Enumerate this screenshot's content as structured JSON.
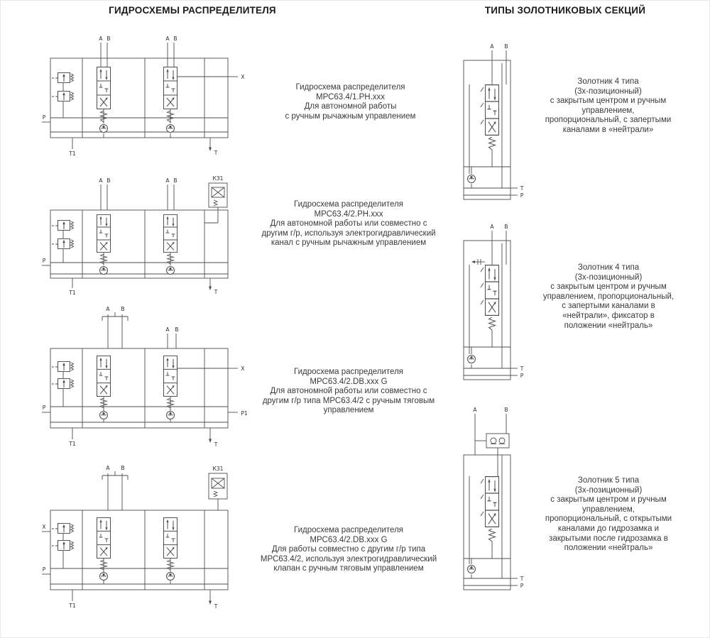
{
  "headers": {
    "left": "ГИДРОСХЕМЫ РАСПРЕДЕЛИТЕЛЯ",
    "right": "ТИПЫ ЗОЛОТНИКОВЫХ СЕКЦИЙ"
  },
  "schemes": [
    {
      "caption": "Гидросхема распределителя\nМРС63.4/1.РН.xxx\nДля автономной работы\nс ручным рычажным управлением",
      "ports": {
        "a1": "A",
        "b1": "B",
        "a2": "A",
        "b2": "B",
        "x": "X",
        "p": "P",
        "t1": "T1",
        "t": "T"
      }
    },
    {
      "caption": "Гидросхема распределителя\nМРС63.4/2.РН.xxx\nДля автономной работы или совместно с\nдругим г/р, используя электрогидравлический\nканал с ручным рычажным управлением",
      "ports": {
        "a1": "A",
        "b1": "B",
        "a2": "A",
        "b2": "B",
        "kz": "КЗ1",
        "p": "P",
        "t1": "T1",
        "t": "T"
      }
    },
    {
      "caption": "Гидросхема распределителя\nМРС63.4/2.DB.xxx G\nДля автономной работы или совместно с\nдругим г/р типа МРС63.4/2 с ручным тяговым\nуправлением",
      "ports": {
        "a1": "A",
        "b1": "B",
        "a2": "A",
        "b2": "B",
        "x": "X",
        "p": "P",
        "p1": "P1",
        "t1": "T1",
        "t": "T"
      }
    },
    {
      "caption": "Гидросхема распределителя\nМРС63.4/2.DB.xxx G\nДля работы совместно с другим г/р типа\nМРС63.4/2, используя электрогидравлический\nклапан с ручным тяговым управлением",
      "ports": {
        "a1": "A",
        "b1": "B",
        "kz": "КЗ1",
        "x": "X",
        "p": "P",
        "t1": "T1",
        "t": "T"
      }
    }
  ],
  "spools": [
    {
      "caption": "Золотник 4 типа\n(3х-позиционный)\nс закрытым центром и ручным\nуправлением,\nпропорциональный, с запертыми\nканалами в «нейтрали»",
      "ports": {
        "a": "A",
        "b": "B",
        "t": "T",
        "p": "P"
      }
    },
    {
      "caption": "Золотник 4 типа\n(3х-позиционный)\nс закрытым центром и ручным\nуправлением, пропорциональный,\nс запертыми каналами в\n«нейтрали», фиксатор в\nположении «нейтраль»",
      "ports": {
        "a": "A",
        "b": "B",
        "t": "T",
        "p": "P"
      }
    },
    {
      "caption": "Золотник 5 типа\n(3х-позиционный)\nс закрытым центром и ручным\nуправлением,\nпропорциональный, с открытыми\nканалами до гидрозамка и\nзакрытыми после гидрозамка в\nположении «нейтраль»",
      "ports": {
        "a": "A",
        "b": "B",
        "t": "T",
        "p": "P"
      }
    }
  ]
}
